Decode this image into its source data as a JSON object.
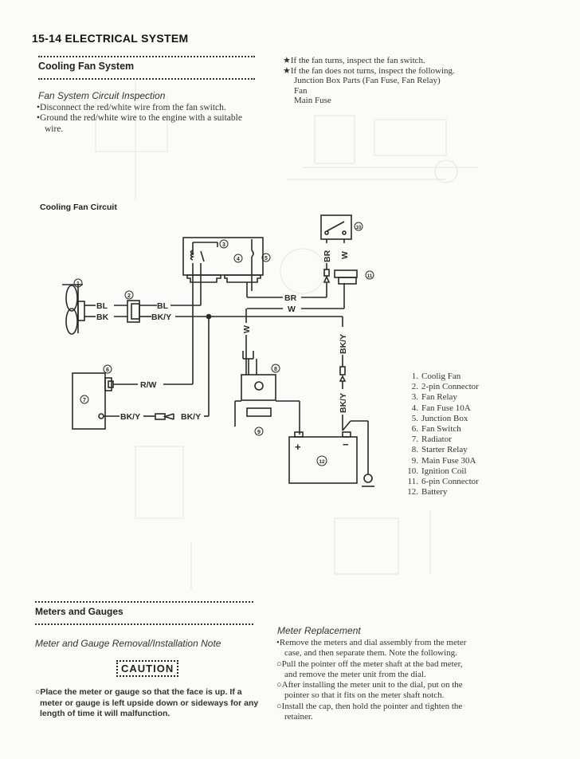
{
  "page_header": "15-14 ELECTRICAL SYSTEM",
  "cooling_fan": {
    "section_title": "Cooling Fan System",
    "subsection_title": "Fan System Circuit Inspection",
    "steps": [
      {
        "marker": "•",
        "text": "Disconnect the red/white wire from the fan switch."
      },
      {
        "marker": "•",
        "text": "Ground the red/white wire to the engine with a suitable"
      },
      {
        "marker": "",
        "text": "wire."
      }
    ],
    "checks": [
      {
        "marker": "★",
        "text": "If the fan turns, inspect the fan switch."
      },
      {
        "marker": "★",
        "text": "If the fan does not turns, inspect the following."
      }
    ],
    "inspect_items": [
      "Junction Box Parts (Fan Fuse, Fan Relay)",
      "Fan",
      "Main Fuse"
    ]
  },
  "diagram": {
    "caption": "Cooling Fan Circuit",
    "wire_labels": {
      "bl_left": "BL",
      "bk_left": "BK",
      "bl_right": "BL",
      "bky_right": "BK/Y",
      "br": "BR",
      "w": "W",
      "br_vert": "BR",
      "w_vert": "W",
      "w_relay": "W",
      "rw": "R/W",
      "bky_rad": "BK/Y",
      "bky_rad2": "BK/Y",
      "bky_vert_top": "BK/Y",
      "bky_vert_bottom": "BK/Y"
    },
    "callouts": [
      "1",
      "2",
      "3",
      "4",
      "5",
      "6",
      "7",
      "8",
      "9",
      "10",
      "11",
      "12"
    ],
    "battery_pos": "+",
    "battery_neg": "−"
  },
  "legend": [
    {
      "num": "1.",
      "label": "Coolig Fan"
    },
    {
      "num": "2.",
      "label": "2-pin Connector"
    },
    {
      "num": "3.",
      "label": "Fan Relay"
    },
    {
      "num": "4.",
      "label": "Fan Fuse 10A"
    },
    {
      "num": "5.",
      "label": "Junction Box"
    },
    {
      "num": "6.",
      "label": "Fan Switch"
    },
    {
      "num": "7.",
      "label": "Radiator"
    },
    {
      "num": "8.",
      "label": "Starter Relay"
    },
    {
      "num": "9.",
      "label": "Main Fuse 30A"
    },
    {
      "num": "10.",
      "label": "Ignition Coil"
    },
    {
      "num": "11.",
      "label": "6-pin Connector"
    },
    {
      "num": "12.",
      "label": "Battery"
    }
  ],
  "meters": {
    "section_title": "Meters and Gauges",
    "subsection_title": "Meter and Gauge Removal/Installation Note",
    "caution_label": "CAUTION",
    "caution_lines": [
      "○Place the meter or gauge so that the face is up. If a",
      "meter or gauge is left upside down or sideways for any",
      "length of time it will malfunction."
    ],
    "replacement_title": "Meter Replacement",
    "replacement_lines": [
      {
        "marker": "•",
        "text": "Remove the meters and dial assembly from the meter",
        "indent": false
      },
      {
        "marker": "",
        "text": "case, and then separate them.  Note the following.",
        "indent": true
      },
      {
        "marker": "○",
        "text": "Pull the pointer off the meter shaft at the bad meter,",
        "indent": false
      },
      {
        "marker": "",
        "text": "and remove the meter unit from the dial.",
        "indent": true
      },
      {
        "marker": "○",
        "text": "After installing the meter unit to the dial, put on the",
        "indent": false
      },
      {
        "marker": "",
        "text": "pointer so that it fits on the meter shaft notch.",
        "indent": true
      },
      {
        "marker": "○",
        "text": "Install the cap, then hold the pointer and tighten the",
        "indent": false
      },
      {
        "marker": "",
        "text": "retainer.",
        "indent": true
      }
    ]
  },
  "colors": {
    "ink": "#222222",
    "paper": "#fbfbfa",
    "ghost": "#e6e6e6"
  }
}
